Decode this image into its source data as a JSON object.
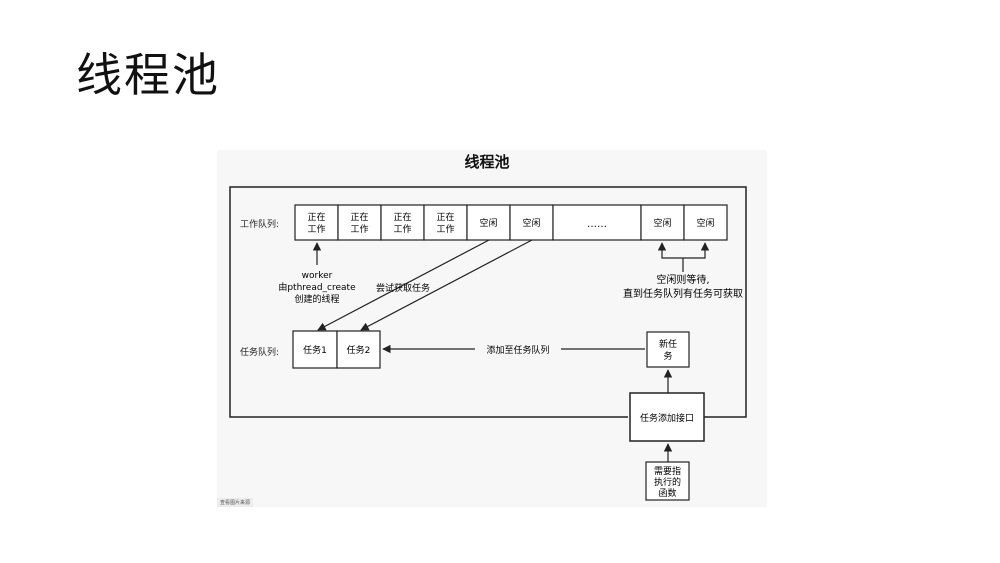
{
  "slide": {
    "title": "线程池"
  },
  "diagram": {
    "title": "线程池",
    "work_queue_label": "工作队列:",
    "task_queue_label": "任务队列:",
    "workers": [
      {
        "lines": [
          "正在",
          "工作"
        ]
      },
      {
        "lines": [
          "正在",
          "工作"
        ]
      },
      {
        "lines": [
          "正在",
          "工作"
        ]
      },
      {
        "lines": [
          "正在",
          "工作"
        ]
      },
      {
        "lines": [
          "空闲"
        ]
      },
      {
        "lines": [
          "空闲"
        ]
      },
      {
        "lines": [
          "……"
        ]
      },
      {
        "lines": [
          "空闲"
        ]
      },
      {
        "lines": [
          "空闲"
        ]
      }
    ],
    "worker_note": [
      "worker",
      "由pthread_create",
      "创建的线程"
    ],
    "try_fetch_label": "尝试获取任务",
    "idle_wait_note": [
      "空闲则等待,",
      "直到任务队列有任务可获取"
    ],
    "tasks": [
      "任务1",
      "任务2"
    ],
    "add_to_queue_label": "添加至任务队列",
    "new_task": [
      "新任",
      "务"
    ],
    "add_interface": "任务添加接口",
    "func_box": [
      "需要指",
      "执行的",
      "函数"
    ],
    "caption": "查看图片来源"
  }
}
